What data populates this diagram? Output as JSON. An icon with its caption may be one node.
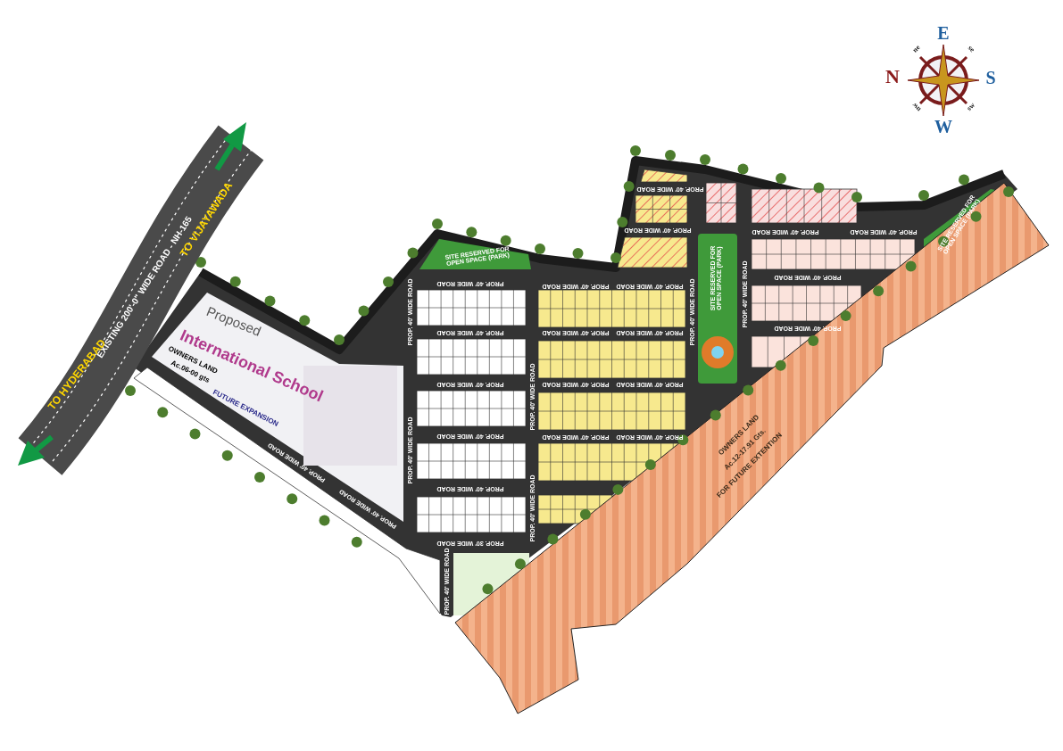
{
  "diagram": {
    "labels": [
      "E",
      "ne",
      "se",
      "N",
      "S",
      "nw",
      "sw",
      "W",
      "TO VIJAYAWADA",
      "EXISTING 200'-0\" WIDE ROAD - NH-165",
      "TO HYDERABAD",
      "Proposed",
      "International School",
      "OWNERS LAND",
      "Ac.06-00 gts",
      "FUTURE EXPANSION",
      "SITE RESERVED FOR OPEN SPACE (PARK)",
      "SITE RESERVED FOR OPEN SPACE (PARK)",
      "SITE RESERVED FOR OPEN SPACE (PARK)",
      "PROP. 40' WIDE ROAD",
      "PROP. 40' WIDE ROAD",
      "PROP. 40' WIDE ROAD",
      "PROP. 40' WIDE ROAD",
      "PROP. 40' WIDE ROAD",
      "PROP. 40' WIDE ROAD",
      "PROP. 40' WIDE ROAD",
      "PROP. 40' WIDE ROAD",
      "PROP. 40' WIDE ROAD",
      "PROP. 40' WIDE ROAD",
      "PROP. 40' WIDE ROAD",
      "PROP. 40' WIDE ROAD",
      "PROP. 40' WIDE ROAD",
      "PROP. 40' WIDE ROAD",
      "PROP. 40' WIDE ROAD",
      "PROP. 40' WIDE ROAD",
      "PROP. 40' WIDE ROAD",
      "PROP. 40' WIDE ROAD",
      "PROP. 40' WIDE ROAD",
      "PROP. 40' WIDE ROAD",
      "PROP. 40' WIDE ROAD",
      "PROP. 40' WIDE ROAD",
      "PROP. 40' WIDE ROAD",
      "PROP. 40' WIDE ROAD",
      "PROP. 40' WIDE ROAD",
      "PROP. 30' WIDE ROAD",
      "PROP. 40' WIDE ROAD",
      "PROP. 40' WIDE ROAD",
      "PROP. 40' WIDE ROAD",
      "OWNERS LAND",
      "Ac.12-17.91 Gts.",
      "FOR FUTURE EXTENTION"
    ]
  }
}
